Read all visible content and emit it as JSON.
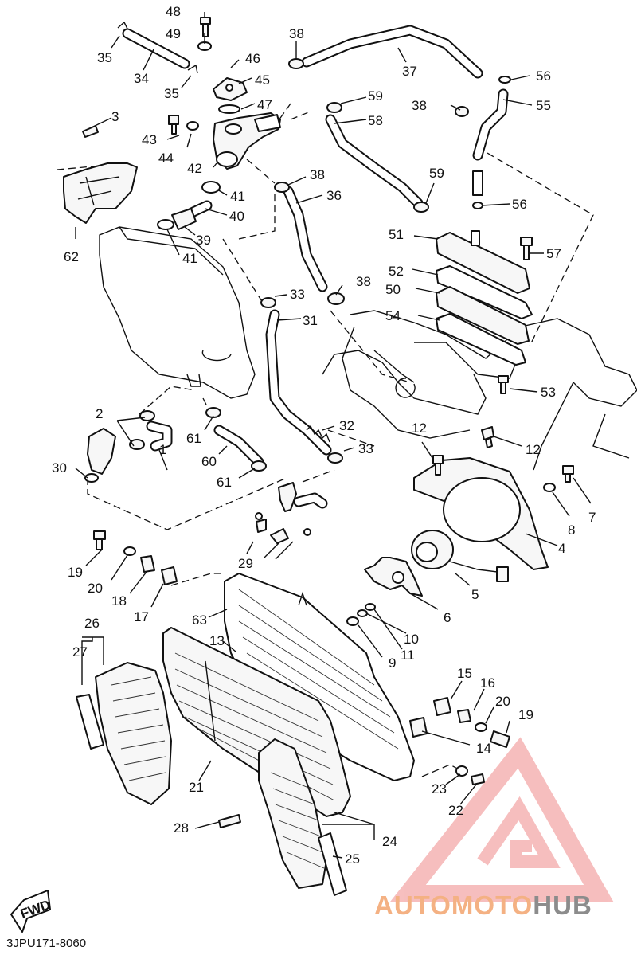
{
  "diagram": {
    "reference_code": "3JPU171-8060",
    "direction_marker": "FWD",
    "callouts": [
      "1",
      "2",
      "3",
      "4",
      "5",
      "6",
      "7",
      "8",
      "9",
      "10",
      "11",
      "12",
      "13",
      "14",
      "15",
      "16",
      "17",
      "18",
      "19",
      "20",
      "21",
      "22",
      "23",
      "24",
      "25",
      "26",
      "27",
      "28",
      "29",
      "30",
      "31",
      "32",
      "33",
      "34",
      "35",
      "36",
      "37",
      "38",
      "39",
      "40",
      "41",
      "42",
      "43",
      "44",
      "45",
      "46",
      "47",
      "48",
      "49",
      "50",
      "51",
      "52",
      "53",
      "54",
      "55",
      "56",
      "57",
      "58",
      "59",
      "60",
      "61",
      "62",
      "63"
    ]
  },
  "watermark": {
    "brand_part1": "AUTO",
    "brand_part2": "MOTO",
    "brand_part3": "HUB",
    "colors": {
      "triangle": "#f08a8a",
      "auto": "#f4b183",
      "hub": "#8c8c8c"
    }
  }
}
